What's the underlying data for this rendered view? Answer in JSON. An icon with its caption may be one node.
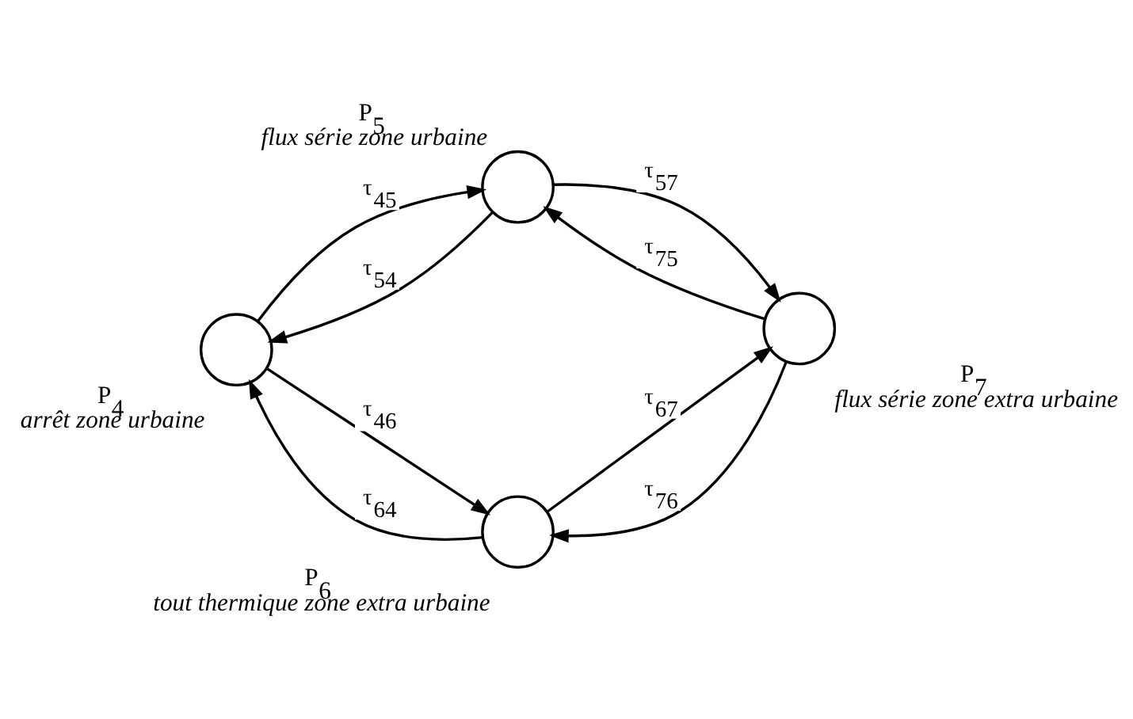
{
  "diagram": {
    "nodes": [
      {
        "text": [],
        "shape": "circle",
        "beside": [
          "P$_{4}$",
          "arrêt zone urbaine"
        ]
      },
      {
        "text": [],
        "shape": "circle",
        "beside": [
          "P$_{5}$",
          "flux série zone urbaine"
        ]
      },
      {
        "text": [],
        "shape": "circle",
        "beside": [
          "P$_{6}$",
          "tout thermique zone extra urbaine"
        ]
      },
      {
        "text": [],
        "shape": "circle",
        "beside": [
          "P$_{7}$",
          "flux série zone extra urbaine"
        ]
      }
    ],
    "edges": [
      {
        "from": 0,
        "to": 1,
        "arrow": "to",
        "label": "τ$_{45}$"
      },
      {
        "from": 1,
        "to": 0,
        "arrow": "to",
        "label": "τ$_{54}$"
      },
      {
        "from": 0,
        "to": 2,
        "arrow": "to",
        "label": "τ$_{46}$"
      },
      {
        "from": 2,
        "to": 0,
        "arrow": "to",
        "label": "τ$_{64}$"
      },
      {
        "from": 1,
        "to": 3,
        "arrow": "to",
        "label": "τ$_{57}$"
      },
      {
        "from": 3,
        "to": 1,
        "arrow": "to",
        "label": "τ$_{75}$"
      },
      {
        "from": 2,
        "to": 3,
        "arrow": "to",
        "label": "τ$_{67}$"
      },
      {
        "from": 3,
        "to": 2,
        "arrow": "to",
        "label": "τ$_{76}$"
      }
    ]
  }
}
